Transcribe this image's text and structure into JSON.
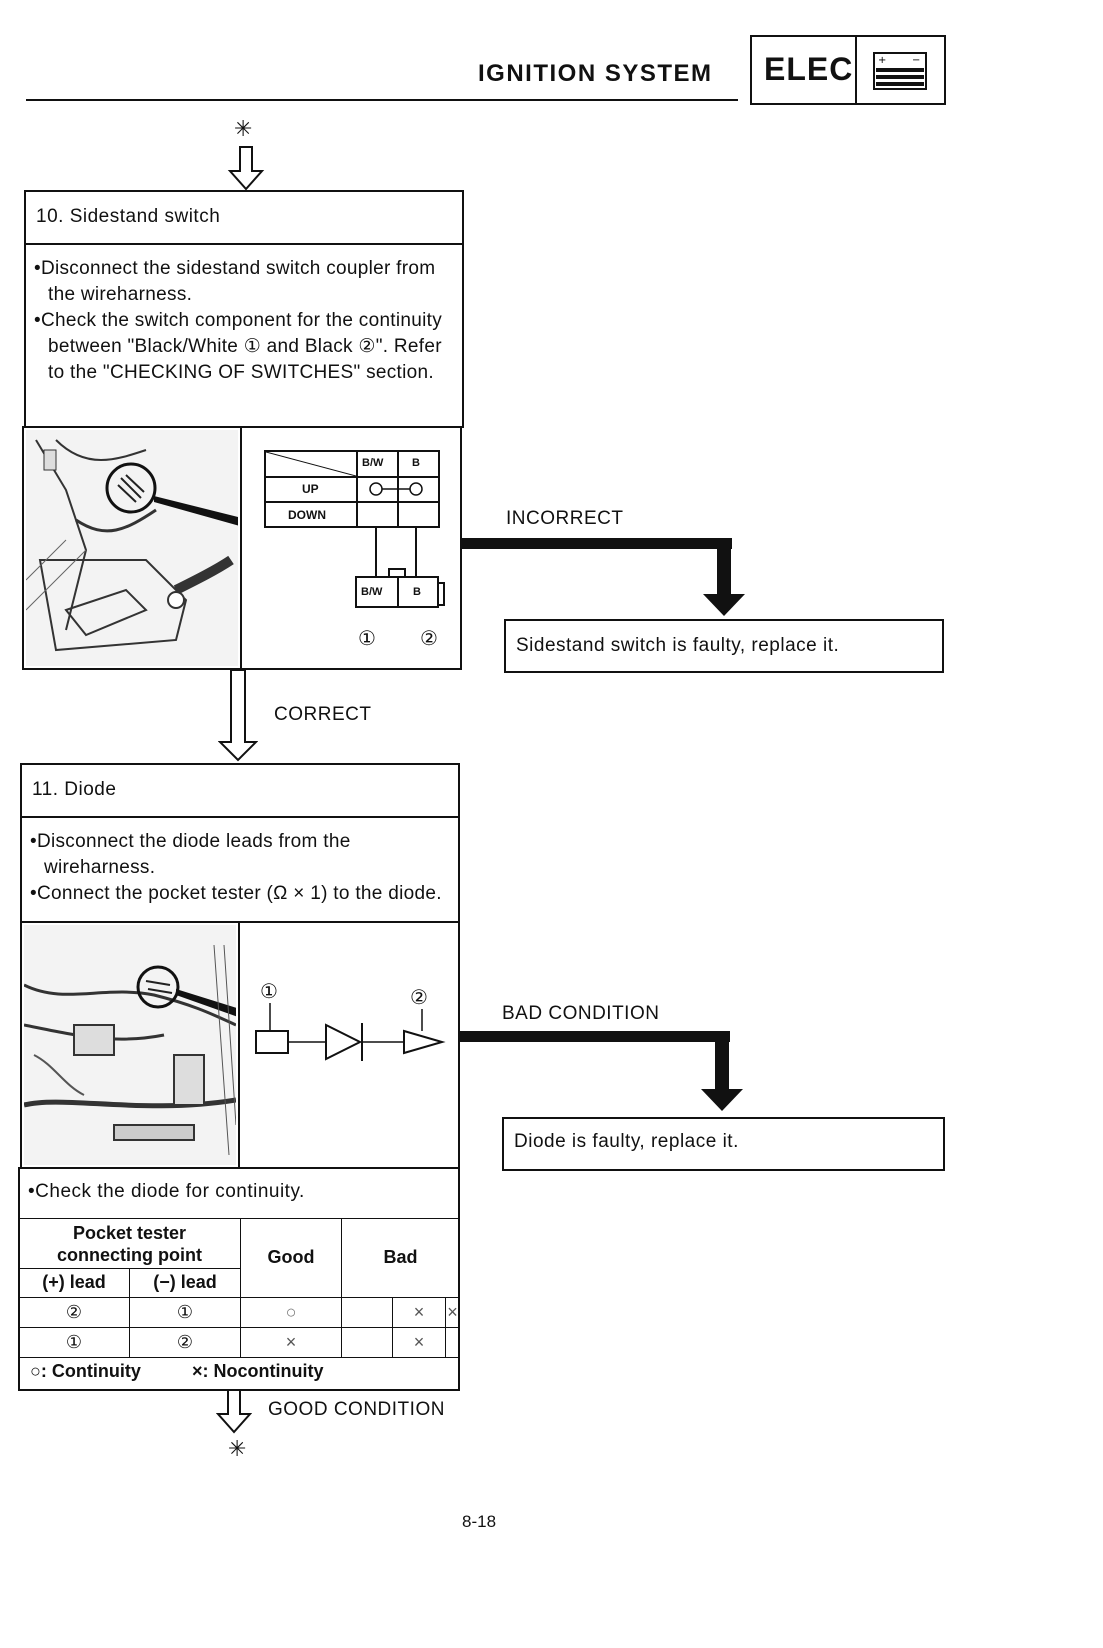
{
  "header": {
    "section_title": "IGNITION SYSTEM",
    "badge": "ELEC"
  },
  "connector_marks": {
    "top": "✳",
    "bottom": "✳"
  },
  "step10": {
    "title": "10. Sidestand switch",
    "instructions": [
      "•Disconnect the sidestand switch coupler from the wireharness.",
      "•Check the switch component for the continuity between \"Black/White ① and Black ②\". Refer to the \"CHECKING OF SWITCHES\" section."
    ],
    "chart": {
      "col_headers": [
        "B/W",
        "B"
      ],
      "rows": [
        "UP",
        "DOWN"
      ],
      "coupler_labels": [
        "B/W",
        "B"
      ],
      "pins": [
        "①",
        "②"
      ]
    },
    "incorrect_label": "INCORRECT",
    "incorrect_result": "Sidestand switch is faulty, replace it.",
    "correct_label": "CORRECT"
  },
  "step11": {
    "title": "11. Diode",
    "instructions": [
      "•Disconnect the diode leads from the wireharness.",
      "•Connect the pocket tester (Ω × 1) to the diode."
    ],
    "diagram_pins": [
      "①",
      "②"
    ],
    "check_text": "•Check the diode for continuity.",
    "bad_label": "BAD CONDITION",
    "bad_result": "Diode is faulty, replace it.",
    "good_label": "GOOD CONDITION",
    "table": {
      "header_main": "Pocket tester connecting point",
      "header_good": "Good",
      "header_bad": "Bad",
      "sub_plus": "(+) lead",
      "sub_minus": "(−) lead",
      "rows": [
        {
          "plus": "②",
          "minus": "①",
          "good": "○",
          "bad": [
            "",
            "×",
            "×"
          ]
        },
        {
          "plus": "①",
          "minus": "②",
          "good": "×",
          "bad": [
            "",
            "×",
            ""
          ]
        }
      ],
      "legend_continuity": "○: Continuity",
      "legend_nocontinuity": "×: Nocontinuity"
    }
  },
  "footer": {
    "page_number": "8-18"
  }
}
